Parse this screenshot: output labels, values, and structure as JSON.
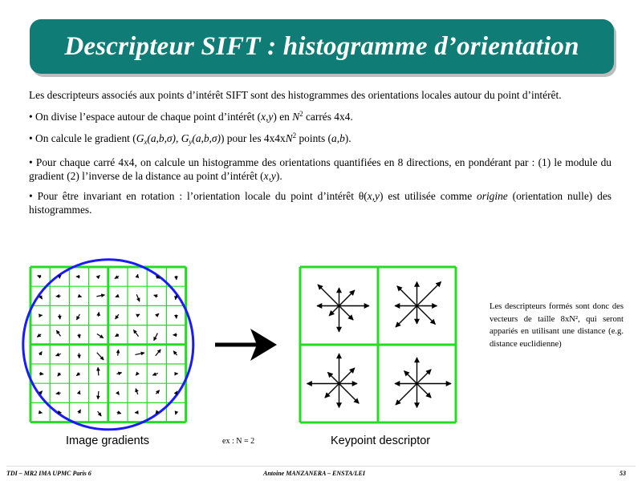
{
  "slide": {
    "title": "Descripteur SIFT : histogramme d’orientation",
    "intro": "Les descripteurs associés aux points d’intérêt SIFT sont des histogrammes des orientations locales autour du point d’intérêt.",
    "b1_pre": "• On divise l’espace autour de chaque point d’intérêt (",
    "b1_xy": "x,y",
    "b1_mid": ") en ",
    "b1_N": "N",
    "b1_sup": "2",
    "b1_post": " carrés 4x4.",
    "b2_pre": "• On calcule le gradient (",
    "b2_G1": "G",
    "b2_x": "x",
    "b2_args1": "(a,b,σ)",
    "b2_comma": ", ",
    "b2_G2": "G",
    "b2_y": "y",
    "b2_args2": "(a,b,σ)",
    "b2_mid": ") pour les 4x4x",
    "b2_N": "N",
    "b2_sup": "2",
    "b2_mid2": " points (",
    "b2_ab": "a,b",
    "b2_post": ").",
    "b3_text": "• Pour chaque carré 4x4, on calcule un histogramme des orientations quantifiées en 8 directions, en pondérant par : (1) le module du gradient (2) l’inverse de la distance au point d’intérêt (",
    "b3_xy": "x,y",
    "b3_post": ").",
    "b4_pre": "• Pour être invariant en rotation : l’orientation locale du point d’intérêt ",
    "b4_theta": "θ(",
    "b4_xy": "x,y",
    "b4_mid": ") est utilisée comme ",
    "b4_origin": "origine",
    "b4_post": " (orientation nulle) des histogrammes."
  },
  "figure": {
    "left_caption": "Image gradients",
    "right_caption": "Keypoint descriptor",
    "example_label": "ex : N = 2",
    "side_note": "Les descripteurs formés sont donc des vecteurs de taille 8xN², qui seront appariés en utilisant une distance (e.g. distance euclidienne)",
    "grid_color": "#22dd22",
    "circle_color": "#1a1aff"
  },
  "footer": {
    "left": "TDI – MR2 IMA UPMC Paris 6",
    "center": "Antoine MANZANERA – ENSTA/LEI",
    "page": "53"
  }
}
